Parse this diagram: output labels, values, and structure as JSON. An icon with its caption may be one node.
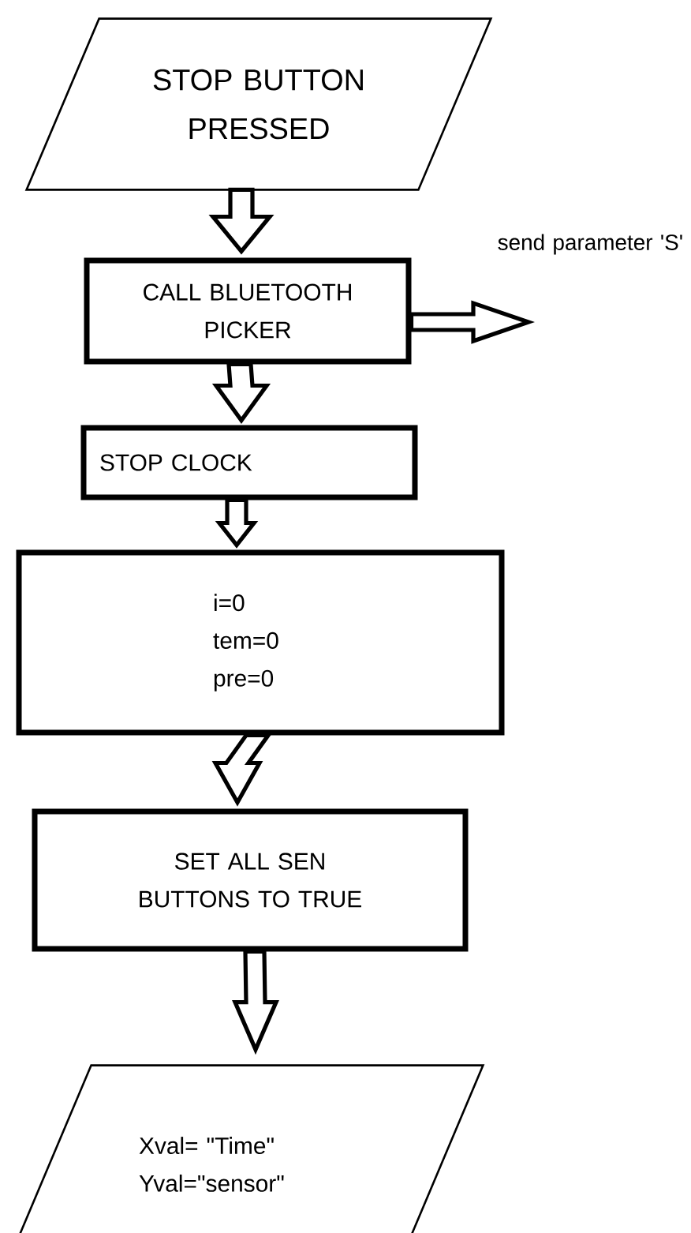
{
  "diagram": {
    "nodes": [
      {
        "text": [
          "STOP BUTTON PRESSED"
        ]
      },
      {
        "text": [
          "CALL BLUETOOTH PICKER"
        ]
      },
      {
        "text": [
          "send parameter 'S'"
        ]
      },
      {
        "text": [
          "STOP CLOCK"
        ]
      },
      {
        "text": [
          "i=0 tem=0 pre=0"
        ]
      },
      {
        "text": [
          "SET ALL SEN BUTTONS TO TRUE"
        ]
      },
      {
        "text": [
          "Xval= \"Time\" Yval=\"sensor\""
        ]
      }
    ],
    "edges": [
      {
        "from": 0,
        "to": 1,
        "arrow": "to"
      },
      {
        "from": 1,
        "to": 2,
        "arrow": "to"
      },
      {
        "from": 1,
        "to": 3,
        "arrow": "to"
      },
      {
        "from": 3,
        "to": 4,
        "arrow": "to"
      },
      {
        "from": 4,
        "to": 5,
        "arrow": "to"
      },
      {
        "from": 5,
        "to": 6,
        "arrow": "to"
      }
    ]
  }
}
